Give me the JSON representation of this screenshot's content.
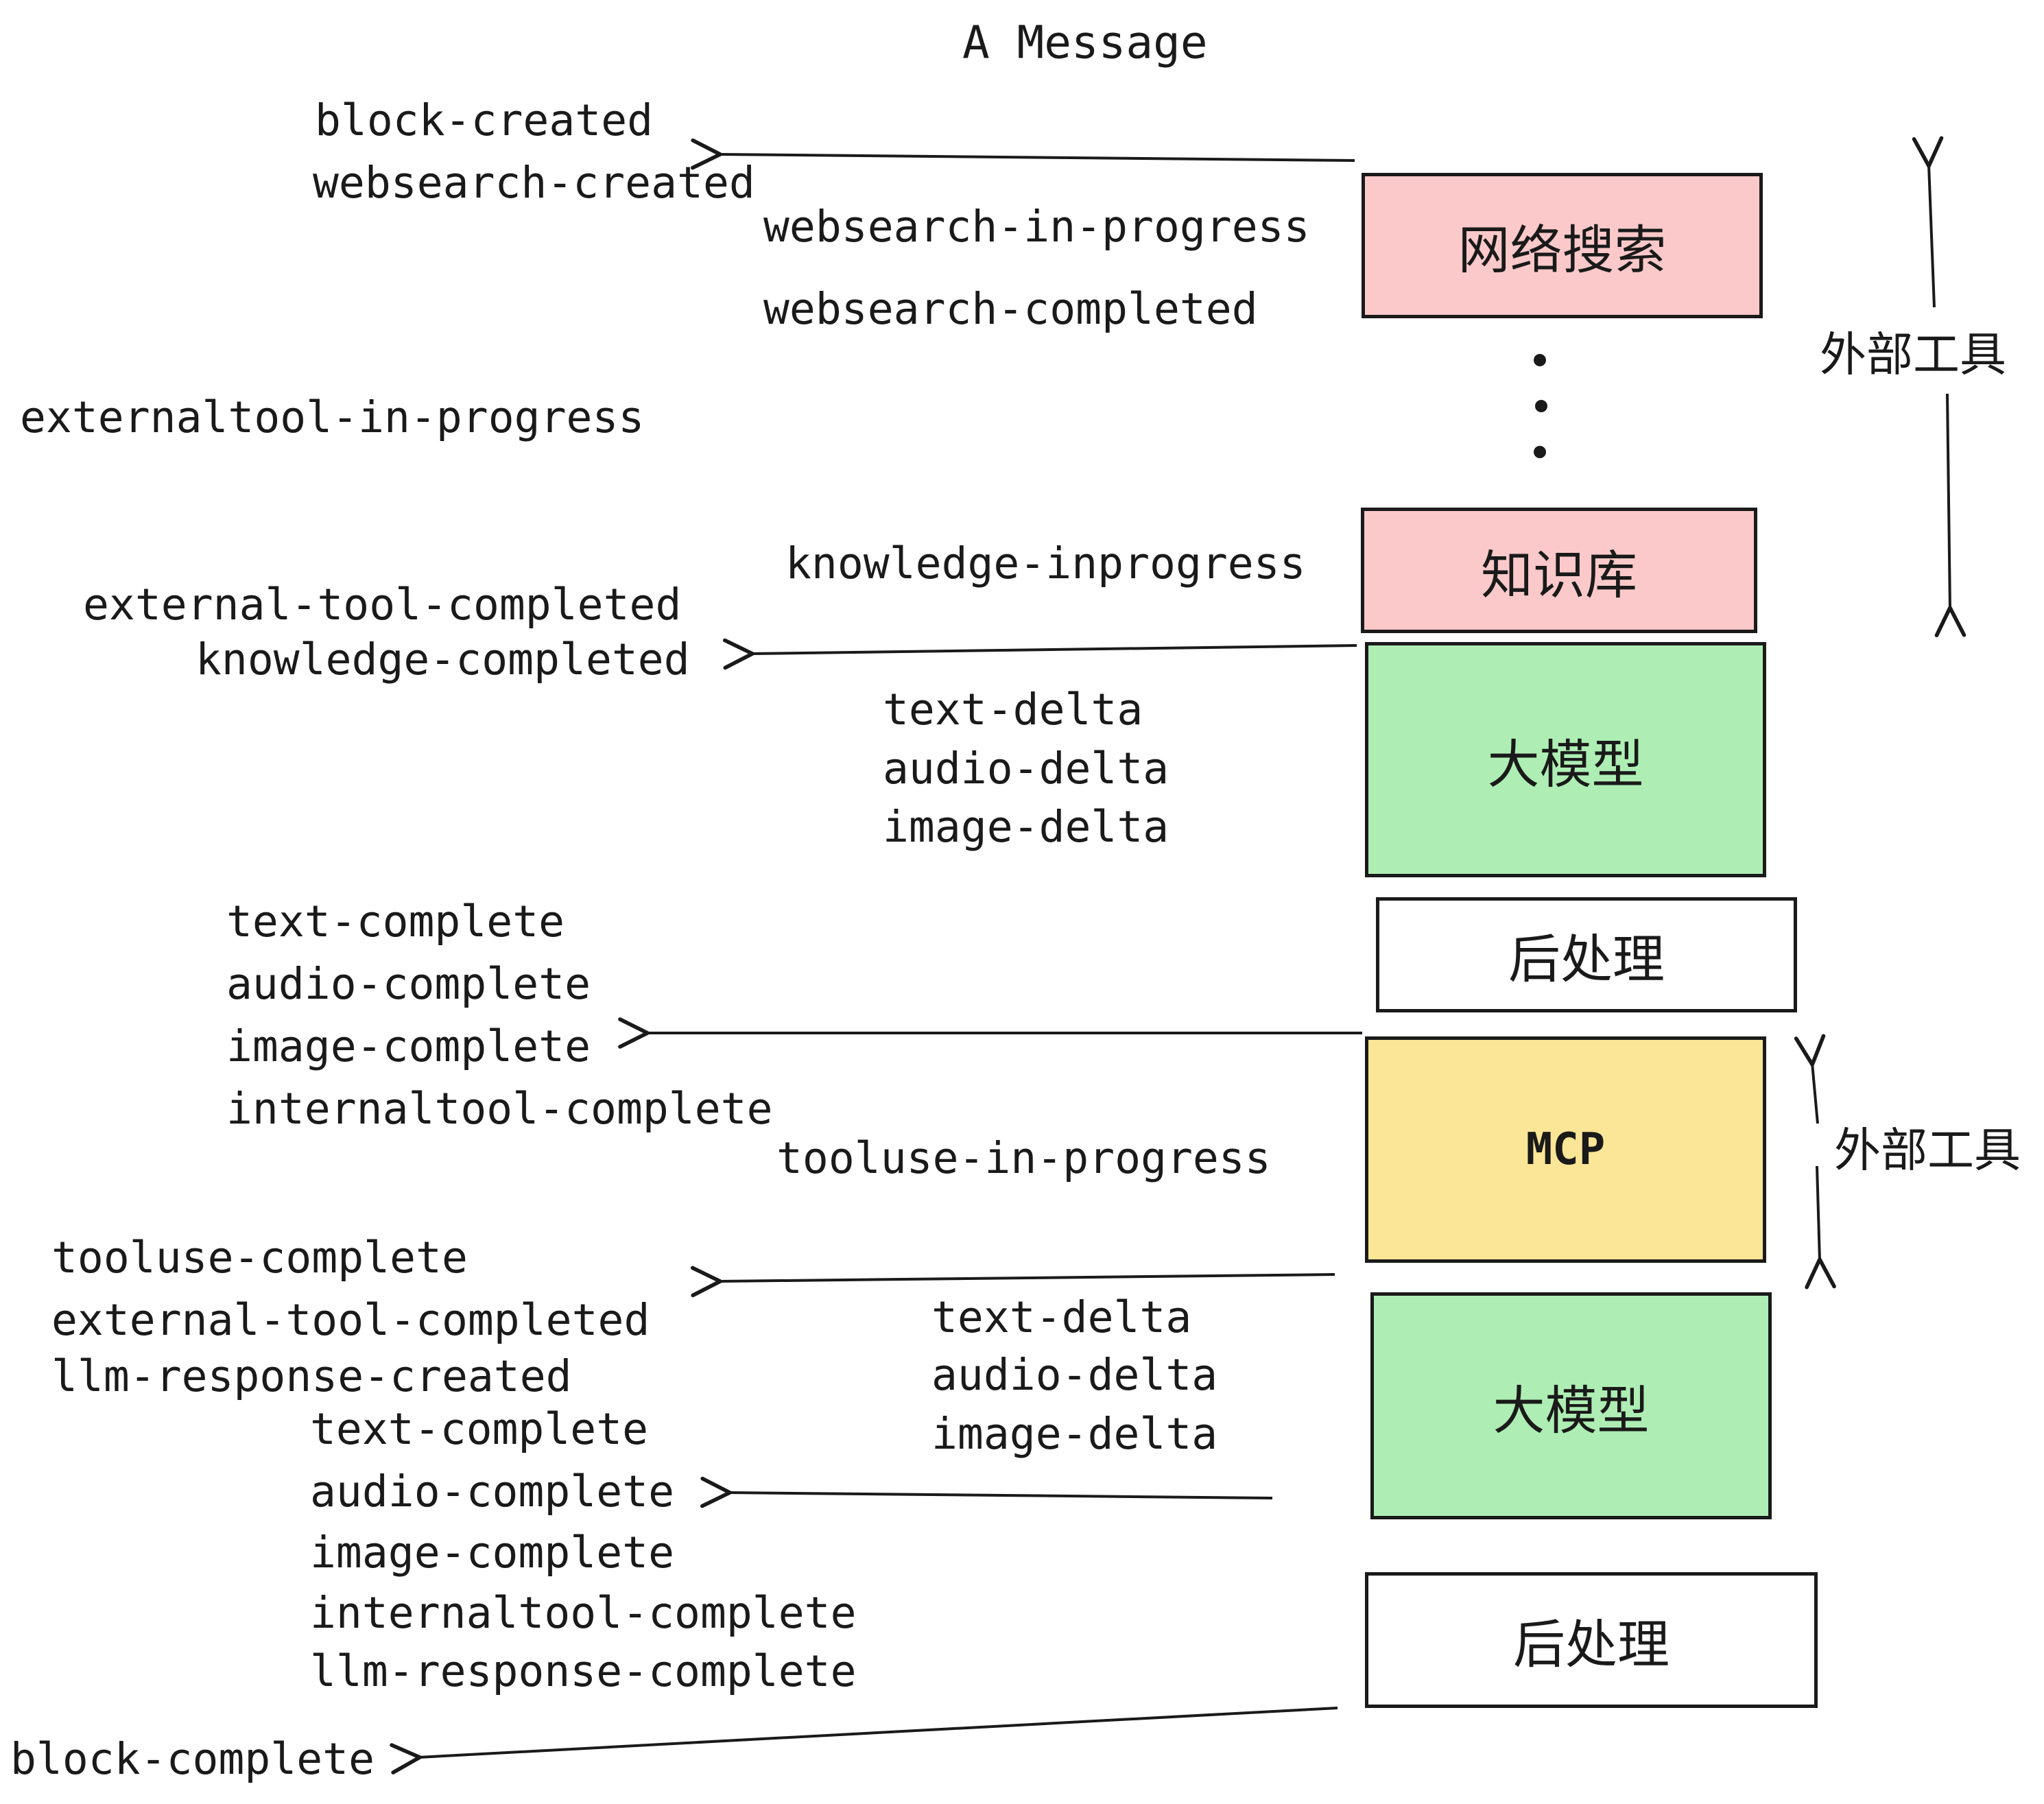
{
  "title": "A Message",
  "colors": {
    "pink": "#fbc9c9",
    "green": "#aeeeb4",
    "yellow": "#fbe596",
    "white": "#ffffff",
    "line": "#1a1a1a"
  },
  "events": {
    "block_created": "block-created",
    "websearch_created": "websearch-created",
    "websearch_in_progress": "websearch-in-progress",
    "websearch_completed": "websearch-completed",
    "externaltool_in_progress": "externaltool-in-progress",
    "knowledge_inprogress": "knowledge-inprogress",
    "external_tool_completed_1": "external-tool-completed",
    "knowledge_completed": "knowledge-completed",
    "text_delta_1": "text-delta",
    "audio_delta_1": "audio-delta",
    "image_delta_1": "image-delta",
    "text_complete_1": "text-complete",
    "audio_complete_1": "audio-complete",
    "image_complete_1": "image-complete",
    "internaltool_complete_1": "internaltool-complete",
    "tooluse_in_progress": "tooluse-in-progress",
    "tooluse_complete": "tooluse-complete",
    "external_tool_completed_2": "external-tool-completed",
    "llm_response_created": "llm-response-created",
    "text_delta_2": "text-delta",
    "audio_delta_2": "audio-delta",
    "image_delta_2": "image-delta",
    "text_complete_2": "text-complete",
    "audio_complete_2": "audio-complete",
    "image_complete_2": "image-complete",
    "internaltool_complete_2": "internaltool-complete",
    "llm_response_complete": "llm-response-complete",
    "block_complete": "block-complete"
  },
  "boxes": {
    "websearch": {
      "label": "网络搜索",
      "fill": "#fbc9c9"
    },
    "knowledge": {
      "label": "知识库",
      "fill": "#fbc9c9"
    },
    "llm1": {
      "label": "大模型",
      "fill": "#aeeeb4"
    },
    "post1": {
      "label": "后处理",
      "fill": "#ffffff"
    },
    "mcp": {
      "label": "MCP",
      "fill": "#fbe596"
    },
    "llm2": {
      "label": "大模型",
      "fill": "#aeeeb4"
    },
    "post2": {
      "label": "后处理",
      "fill": "#ffffff"
    }
  },
  "side_labels": {
    "external_tools_top": "外部工具",
    "external_tools_bottom": "外部工具"
  }
}
